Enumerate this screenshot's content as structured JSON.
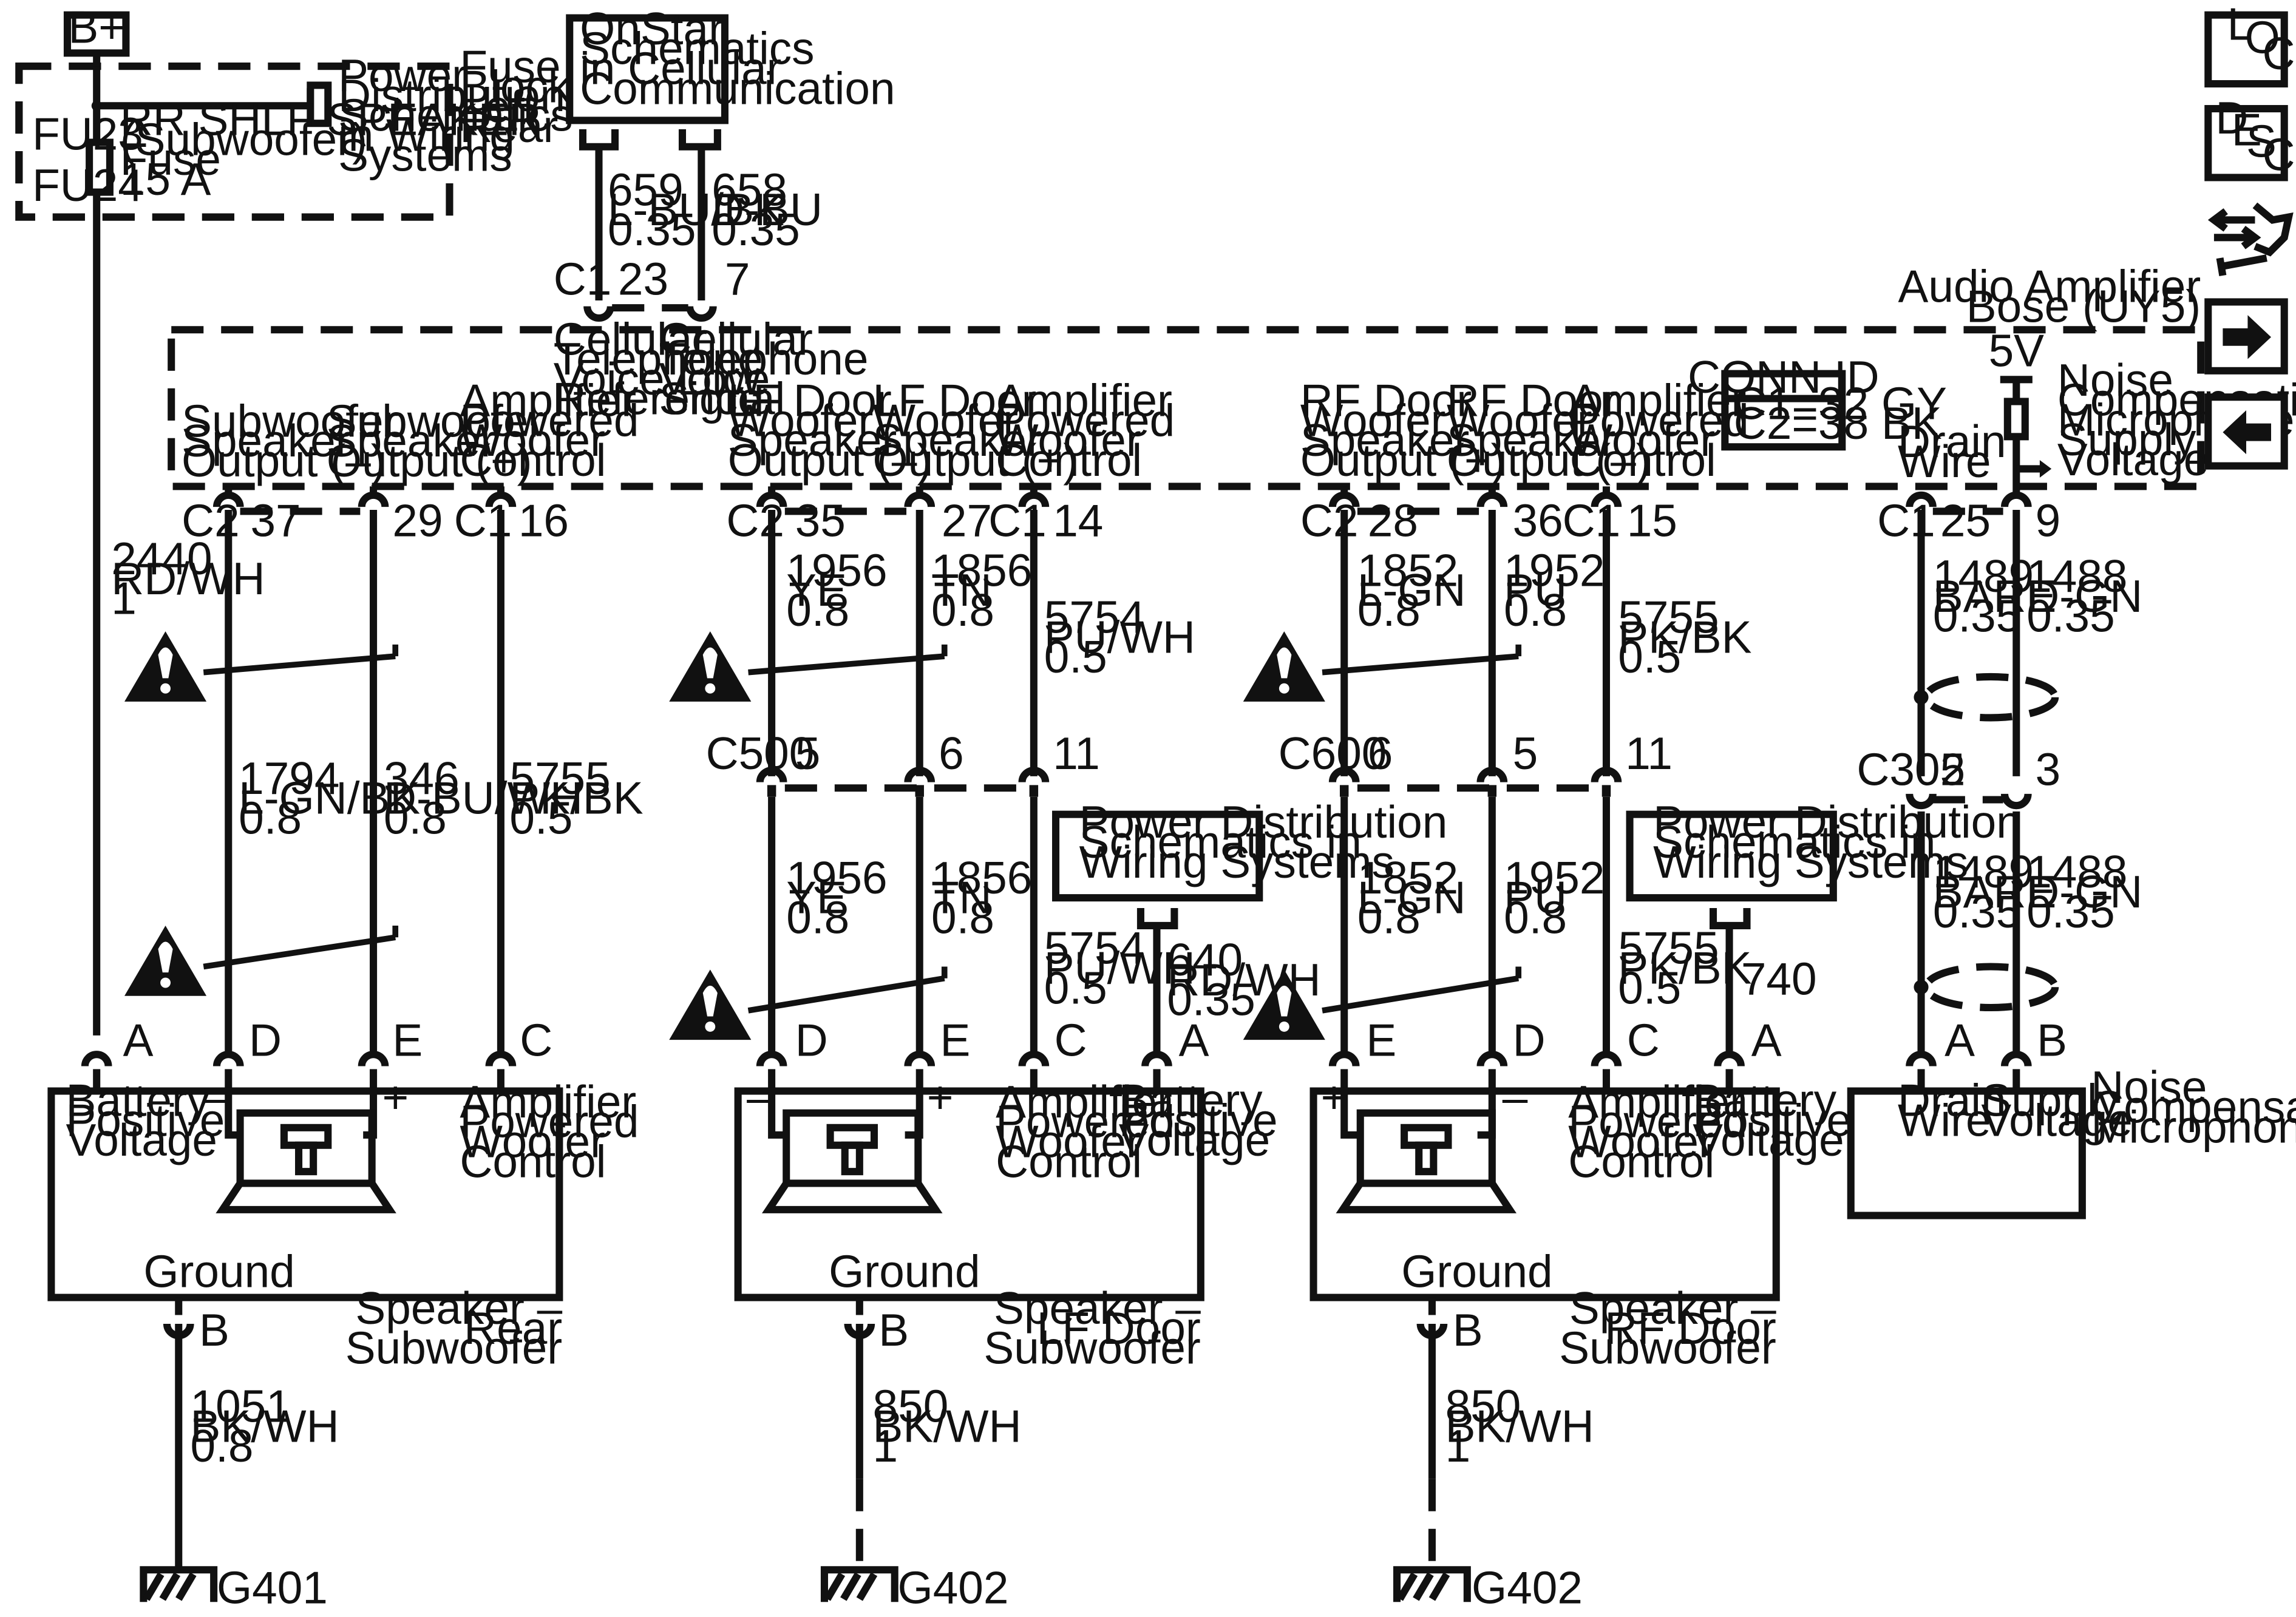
{
  "bplus": "B+",
  "fuse_block": {
    "fu23": "FU23",
    "fu24": "FU24",
    "fuse_text": [
      "RR SHLF SPEAKER",
      "(Subwoofer)",
      "Fuse",
      "15 A"
    ],
    "pd_ref": [
      "Power",
      "Distribution",
      "Schematics",
      "in Wiring",
      "Systems"
    ],
    "name": [
      "Fuse",
      "Block –",
      "Left",
      "Rear"
    ]
  },
  "onstar": {
    "box": [
      "OnStar",
      "Schematics",
      "in Cellular",
      "Communication"
    ],
    "conn": "C1",
    "pins": [
      "23",
      "7"
    ],
    "wires": [
      [
        "659",
        "L-BU/BK",
        "0.35"
      ],
      [
        "658",
        "D-BU",
        "0.35"
      ]
    ],
    "pin_labels": [
      [
        "Cellular",
        "Telephone",
        "Voice Low",
        "Reference"
      ],
      [
        "Cellular",
        "Telephone",
        "Voice",
        "Signal"
      ]
    ]
  },
  "amplifier": {
    "name": [
      "Audio Amplifier",
      "Bose (UY5)"
    ],
    "conn_id": {
      "title": "CONN ID",
      "rows": [
        "C1=32 GY",
        "C2=38 BK"
      ]
    },
    "five_v": "5V"
  },
  "rear": {
    "pin_labels": [
      [
        "Subwoofer",
        "Speaker",
        "Output (–)"
      ],
      [
        "Subwoofer",
        "Speaker",
        "Output (+)"
      ],
      [
        "Amplifier",
        "Powered",
        "Woofer",
        "Control"
      ]
    ],
    "conns": [
      "C2",
      "C1"
    ],
    "pins": [
      "37",
      "29",
      "16"
    ],
    "bplus_wire": [
      "2440",
      "RD/WH",
      "1"
    ],
    "wires": [
      [
        "1794",
        "L-GN/BK",
        "0.8"
      ],
      [
        "346",
        "D-BU/WH",
        "0.8"
      ],
      [
        "5755",
        "PK/BK",
        "0.5"
      ]
    ],
    "spk_pins": [
      "A",
      "D",
      "E",
      "C"
    ],
    "spk_labels": [
      [
        "Battery",
        "Positive",
        "Voltage"
      ],
      [
        "Amplifier",
        "Powered",
        "Woofer",
        "Control"
      ]
    ],
    "minus": "–",
    "plus": "+",
    "ground": "Ground",
    "gpin": "B",
    "name": [
      "Speaker –",
      "Rear",
      "Subwoofer"
    ],
    "gwire": [
      "1051",
      "BK/WH",
      "0.8"
    ],
    "g": "G401"
  },
  "lf": {
    "pin_labels": [
      [
        "LF Door",
        "Woofer",
        "Speaker",
        "Output (–)"
      ],
      [
        "LF Door",
        "Woofer",
        "Speaker",
        "Output (+)"
      ],
      [
        "Amplifier",
        "Powered",
        "Woofer",
        "Control"
      ]
    ],
    "conns": [
      "C2",
      "C1"
    ],
    "pins": [
      "35",
      "27",
      "14"
    ],
    "upper_wires": [
      [
        "1956",
        "YE",
        "0.8"
      ],
      [
        "1856",
        "TN",
        "0.8"
      ],
      [
        "5754",
        "PU/WH",
        "0.5"
      ]
    ],
    "inline": "C500",
    "inline_pins": [
      "5",
      "6",
      "11"
    ],
    "lower_wires": [
      [
        "1956",
        "YE",
        "0.8"
      ],
      [
        "1856",
        "TN",
        "0.8"
      ],
      [
        "5754",
        "PU/WH",
        "0.5"
      ],
      [
        "640",
        "RD/WH",
        "0.35"
      ]
    ],
    "pd_box": [
      "Power Distribution",
      "Schematics in",
      "Wiring Systems"
    ],
    "spk_pins": [
      "D",
      "E",
      "C",
      "A"
    ],
    "spk_labels": [
      [
        "Amplifier",
        "Powered",
        "Woofer",
        "Control"
      ],
      [
        "Battery",
        "Positive",
        "Voltage"
      ]
    ],
    "minus": "–",
    "plus": "+",
    "ground": "Ground",
    "gpin": "B",
    "name": [
      "Speaker –",
      "LF Door",
      "Subwoofer"
    ],
    "gwire": [
      "850",
      "BK/WH",
      "1"
    ],
    "g": "G402"
  },
  "rf": {
    "pin_labels": [
      [
        "RF Door",
        "Woofer",
        "Speaker",
        "Output (+)"
      ],
      [
        "RF Door",
        "Woofer",
        "Speaker",
        "Output (–)"
      ],
      [
        "Amplifier",
        "Powered",
        "Woofer",
        "Control"
      ]
    ],
    "conns": [
      "C2",
      "C1"
    ],
    "pins": [
      "28",
      "36",
      "15"
    ],
    "upper_wires": [
      [
        "1852",
        "L-GN",
        "0.8"
      ],
      [
        "1952",
        "PU",
        "0.8"
      ],
      [
        "5755",
        "PK/BK",
        "0.5"
      ]
    ],
    "inline": "C600",
    "inline_pins": [
      "6",
      "5",
      "11"
    ],
    "lower_wires": [
      [
        "1852",
        "L-GN",
        "0.8"
      ],
      [
        "1952",
        "PU",
        "0.8"
      ],
      [
        "5755",
        "PK/BK",
        "0.5"
      ],
      [
        "740"
      ]
    ],
    "pd_box": [
      "Power Distribution",
      "Schematics in",
      "Wiring Systems"
    ],
    "spk_pins": [
      "E",
      "D",
      "C",
      "A"
    ],
    "spk_labels": [
      [
        "Amplifier",
        "Powered",
        "Woofer",
        "Control"
      ],
      [
        "Battery",
        "Positive",
        "Voltage"
      ]
    ],
    "minus": "–",
    "plus": "+",
    "ground": "Ground",
    "gpin": "B",
    "name": [
      "Speaker –",
      "RF Door",
      "Subwoofer"
    ],
    "gwire": [
      "850",
      "BK/WH",
      "1"
    ],
    "g": "G402"
  },
  "mic": {
    "pin_labels": [
      [
        "Drain",
        "Wire"
      ],
      [
        "Noise",
        "Compensation",
        "Microphone",
        "Supply",
        "Voltage"
      ]
    ],
    "conn": "C1",
    "pins": [
      "25",
      "9"
    ],
    "upper_wires": [
      [
        "1489",
        "BARE",
        "0.35"
      ],
      [
        "1488",
        "D-GN",
        "0.35"
      ]
    ],
    "inline": "C305",
    "inline_pins": [
      "2",
      "3"
    ],
    "lower_wires": [
      [
        "1489",
        "BARE",
        "0.35"
      ],
      [
        "1488",
        "D-GN",
        "0.35"
      ]
    ],
    "dev_pins": [
      "A",
      "B"
    ],
    "dev_labels": [
      [
        "Drain",
        "Wire"
      ],
      [
        "Supply",
        "Voltage"
      ]
    ],
    "name": [
      "Noise",
      "Compensation",
      "Microphone"
    ]
  },
  "nav": {
    "loc": [
      "L",
      "O",
      "C"
    ],
    "desc": [
      "D",
      "E",
      "S",
      "C"
    ],
    "icons": [
      "connector-locator-icon",
      "next-page-icon",
      "previous-page-icon"
    ]
  }
}
